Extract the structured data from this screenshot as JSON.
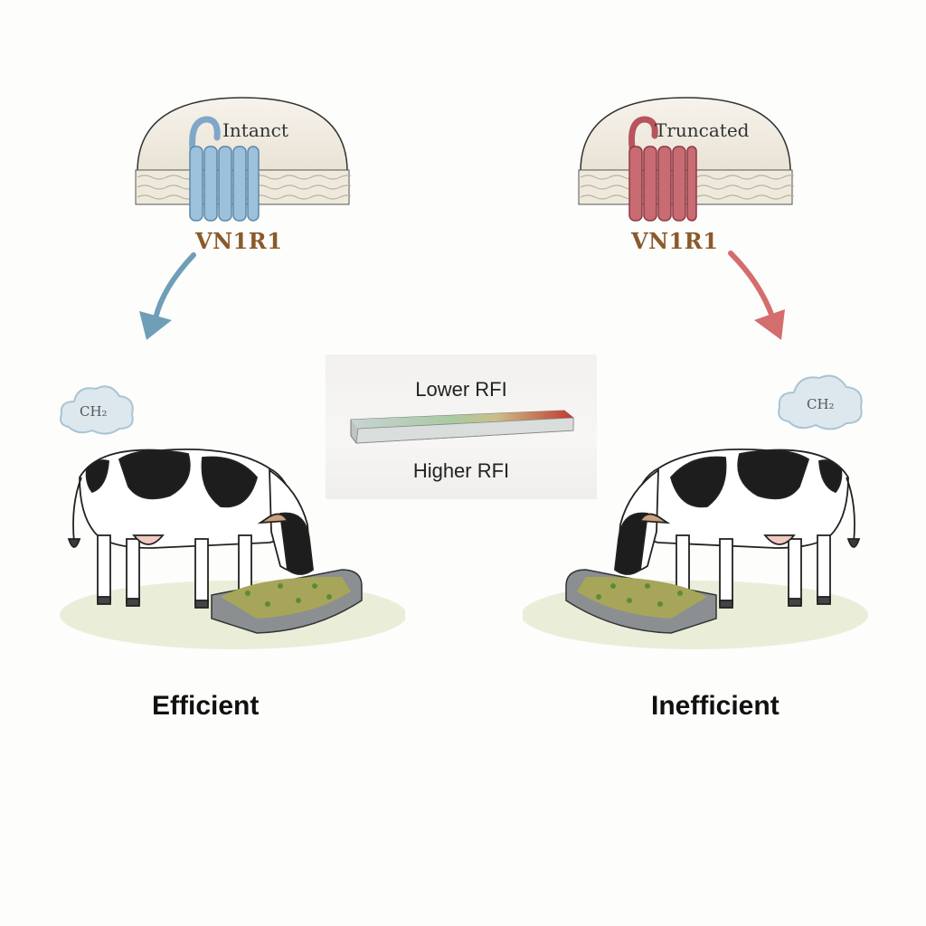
{
  "left": {
    "membrane_label": "Intanct",
    "gene_label": "VN1R1",
    "gas_label": "CH₂",
    "caption": "Efficient",
    "receptor_color": "#8fb8d6",
    "arrow_color": "#6f9fb7"
  },
  "right": {
    "membrane_label": "Truncated",
    "gene_label": "VN1R1",
    "gas_label": "CH₂",
    "caption": "Inefficient",
    "receptor_color": "#c0636b",
    "arrow_color": "#d46d6d"
  },
  "rfi_scale": {
    "top_label": "Lower RFI",
    "bottom_label": "Higher RFI",
    "gradient_colors": [
      "#c9d4d6",
      "#a9c9a2",
      "#c9c08a",
      "#c23a2e"
    ]
  }
}
